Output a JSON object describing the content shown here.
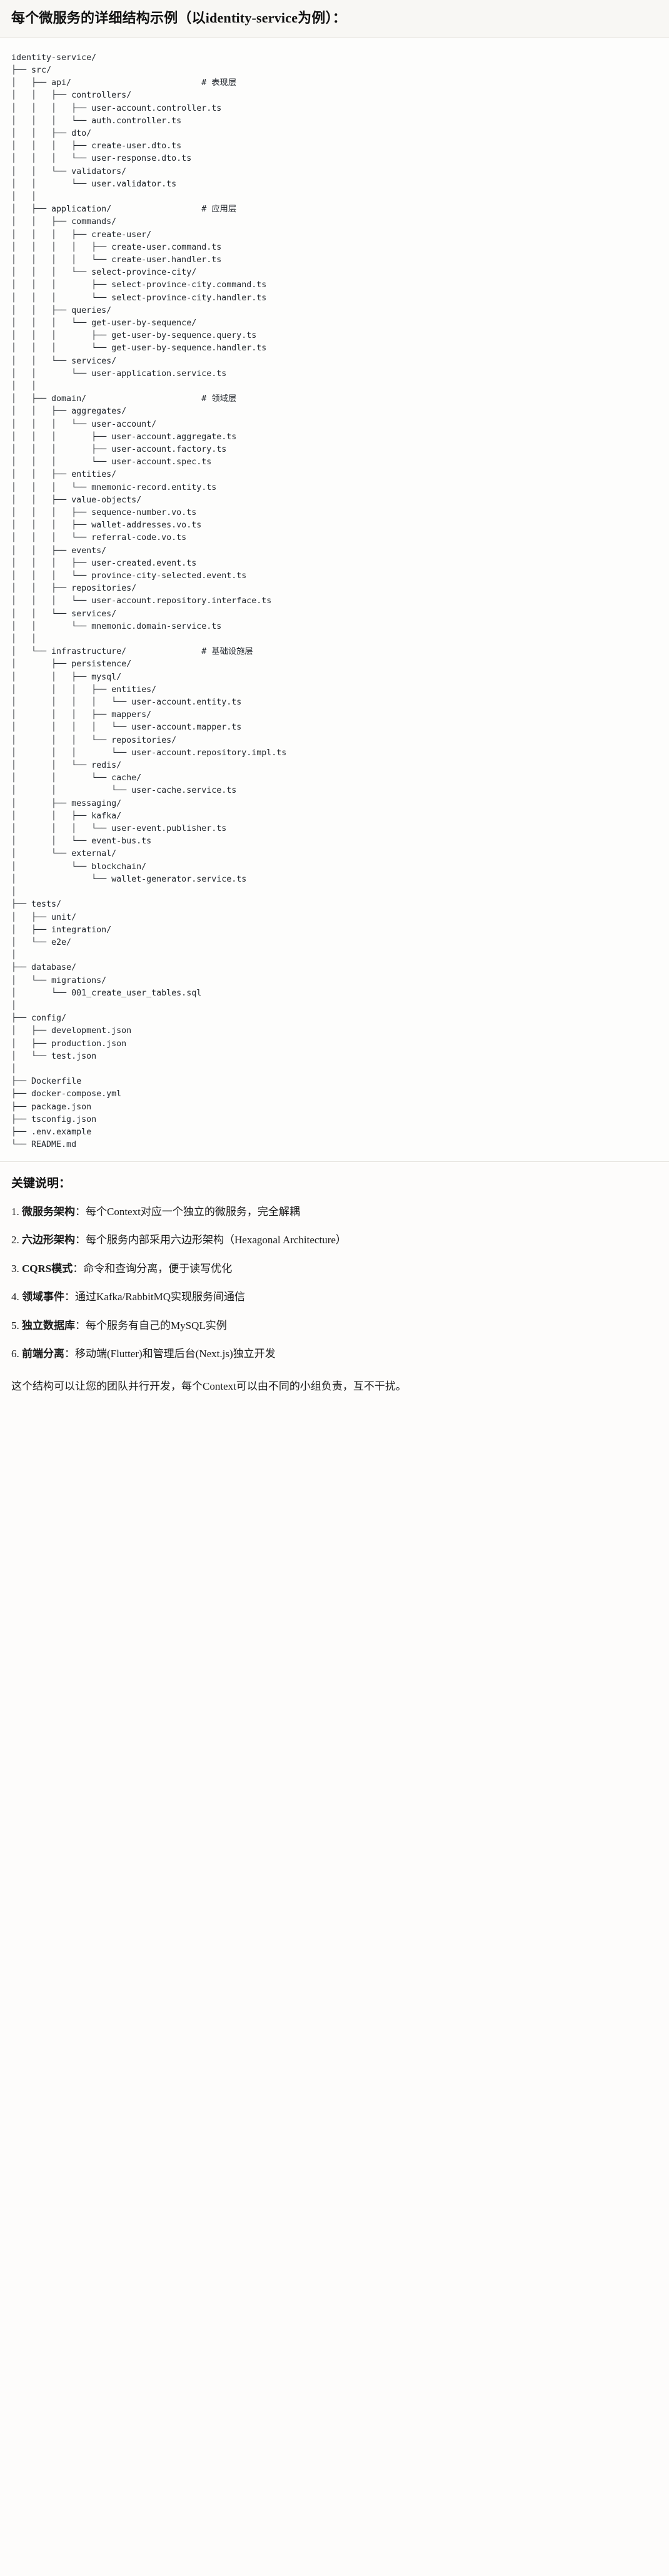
{
  "heading": {
    "text": "每个微服务的详细结构示例（以identity-service为例）："
  },
  "tree": {
    "root": "identity-service/",
    "lines": [
      "identity-service/",
      "├── src/",
      "│   ├── api/                          # 表现层",
      "│   │   ├── controllers/",
      "│   │   │   ├── user-account.controller.ts",
      "│   │   │   └── auth.controller.ts",
      "│   │   ├── dto/",
      "│   │   │   ├── create-user.dto.ts",
      "│   │   │   └── user-response.dto.ts",
      "│   │   └── validators/",
      "│   │       └── user.validator.ts",
      "│   │",
      "│   ├── application/                  # 应用层",
      "│   │   ├── commands/",
      "│   │   │   ├── create-user/",
      "│   │   │   │   ├── create-user.command.ts",
      "│   │   │   │   └── create-user.handler.ts",
      "│   │   │   └── select-province-city/",
      "│   │   │       ├── select-province-city.command.ts",
      "│   │   │       └── select-province-city.handler.ts",
      "│   │   ├── queries/",
      "│   │   │   └── get-user-by-sequence/",
      "│   │   │       ├── get-user-by-sequence.query.ts",
      "│   │   │       └── get-user-by-sequence.handler.ts",
      "│   │   └── services/",
      "│   │       └── user-application.service.ts",
      "│   │",
      "│   ├── domain/                       # 领域层",
      "│   │   ├── aggregates/",
      "│   │   │   └── user-account/",
      "│   │   │       ├── user-account.aggregate.ts",
      "│   │   │       ├── user-account.factory.ts",
      "│   │   │       └── user-account.spec.ts",
      "│   │   ├── entities/",
      "│   │   │   └── mnemonic-record.entity.ts",
      "│   │   ├── value-objects/",
      "│   │   │   ├── sequence-number.vo.ts",
      "│   │   │   ├── wallet-addresses.vo.ts",
      "│   │   │   └── referral-code.vo.ts",
      "│   │   ├── events/",
      "│   │   │   ├── user-created.event.ts",
      "│   │   │   └── province-city-selected.event.ts",
      "│   │   ├── repositories/",
      "│   │   │   └── user-account.repository.interface.ts",
      "│   │   └── services/",
      "│   │       └── mnemonic.domain-service.ts",
      "│   │",
      "│   └── infrastructure/               # 基础设施层",
      "│       ├── persistence/",
      "│       │   ├── mysql/",
      "│       │   │   ├── entities/",
      "│       │   │   │   └── user-account.entity.ts",
      "│       │   │   ├── mappers/",
      "│       │   │   │   └── user-account.mapper.ts",
      "│       │   │   └── repositories/",
      "│       │   │       └── user-account.repository.impl.ts",
      "│       │   └── redis/",
      "│       │       └── cache/",
      "│       │           └── user-cache.service.ts",
      "│       ├── messaging/",
      "│       │   ├── kafka/",
      "│       │   │   └── user-event.publisher.ts",
      "│       │   └── event-bus.ts",
      "│       └── external/",
      "│           └── blockchain/",
      "│               └── wallet-generator.service.ts",
      "│",
      "├── tests/",
      "│   ├── unit/",
      "│   ├── integration/",
      "│   └── e2e/",
      "│",
      "├── database/",
      "│   └── migrations/",
      "│       └── 001_create_user_tables.sql",
      "│",
      "├── config/",
      "│   ├── development.json",
      "│   ├── production.json",
      "│   └── test.json",
      "│",
      "├── Dockerfile",
      "├── docker-compose.yml",
      "├── package.json",
      "├── tsconfig.json",
      "├── .env.example",
      "└── README.md"
    ],
    "layer_comments": [
      {
        "target": "api/",
        "text": "# 表现层"
      },
      {
        "target": "application/",
        "text": "# 应用层"
      },
      {
        "target": "domain/",
        "text": "# 领域层"
      },
      {
        "target": "infrastructure/",
        "text": "# 基础设施层"
      }
    ]
  },
  "notes": {
    "title": "关键说明：",
    "items": [
      {
        "num": "1.",
        "term": "微服务架构",
        "sep": "：",
        "desc": "每个Context对应一个独立的微服务，完全解耦"
      },
      {
        "num": "2.",
        "term": "六边形架构",
        "sep": "：",
        "desc": "每个服务内部采用六边形架构（Hexagonal Architecture）"
      },
      {
        "num": "3.",
        "term": "CQRS模式",
        "sep": "：",
        "desc": "命令和查询分离，便于读写优化"
      },
      {
        "num": "4.",
        "term": "领域事件",
        "sep": "：",
        "desc": "通过Kafka/RabbitMQ实现服务间通信"
      },
      {
        "num": "5.",
        "term": "独立数据库",
        "sep": "：",
        "desc": "每个服务有自己的MySQL实例"
      },
      {
        "num": "6.",
        "term": "前端分离",
        "sep": "：",
        "desc": "移动端(Flutter)和管理后台(Next.js)独立开发"
      }
    ],
    "closing": "这个结构可以让您的团队并行开发，每个Context可以由不同的小组负责，互不干扰。"
  },
  "colors": {
    "page_background": "#fdfcfb",
    "heading_band_background": "#f8f7f4",
    "tree_background": "#fdfdfc",
    "code_text": "#24292f",
    "body_text": "#1c1c1c",
    "divider": "#e3e1dc"
  }
}
